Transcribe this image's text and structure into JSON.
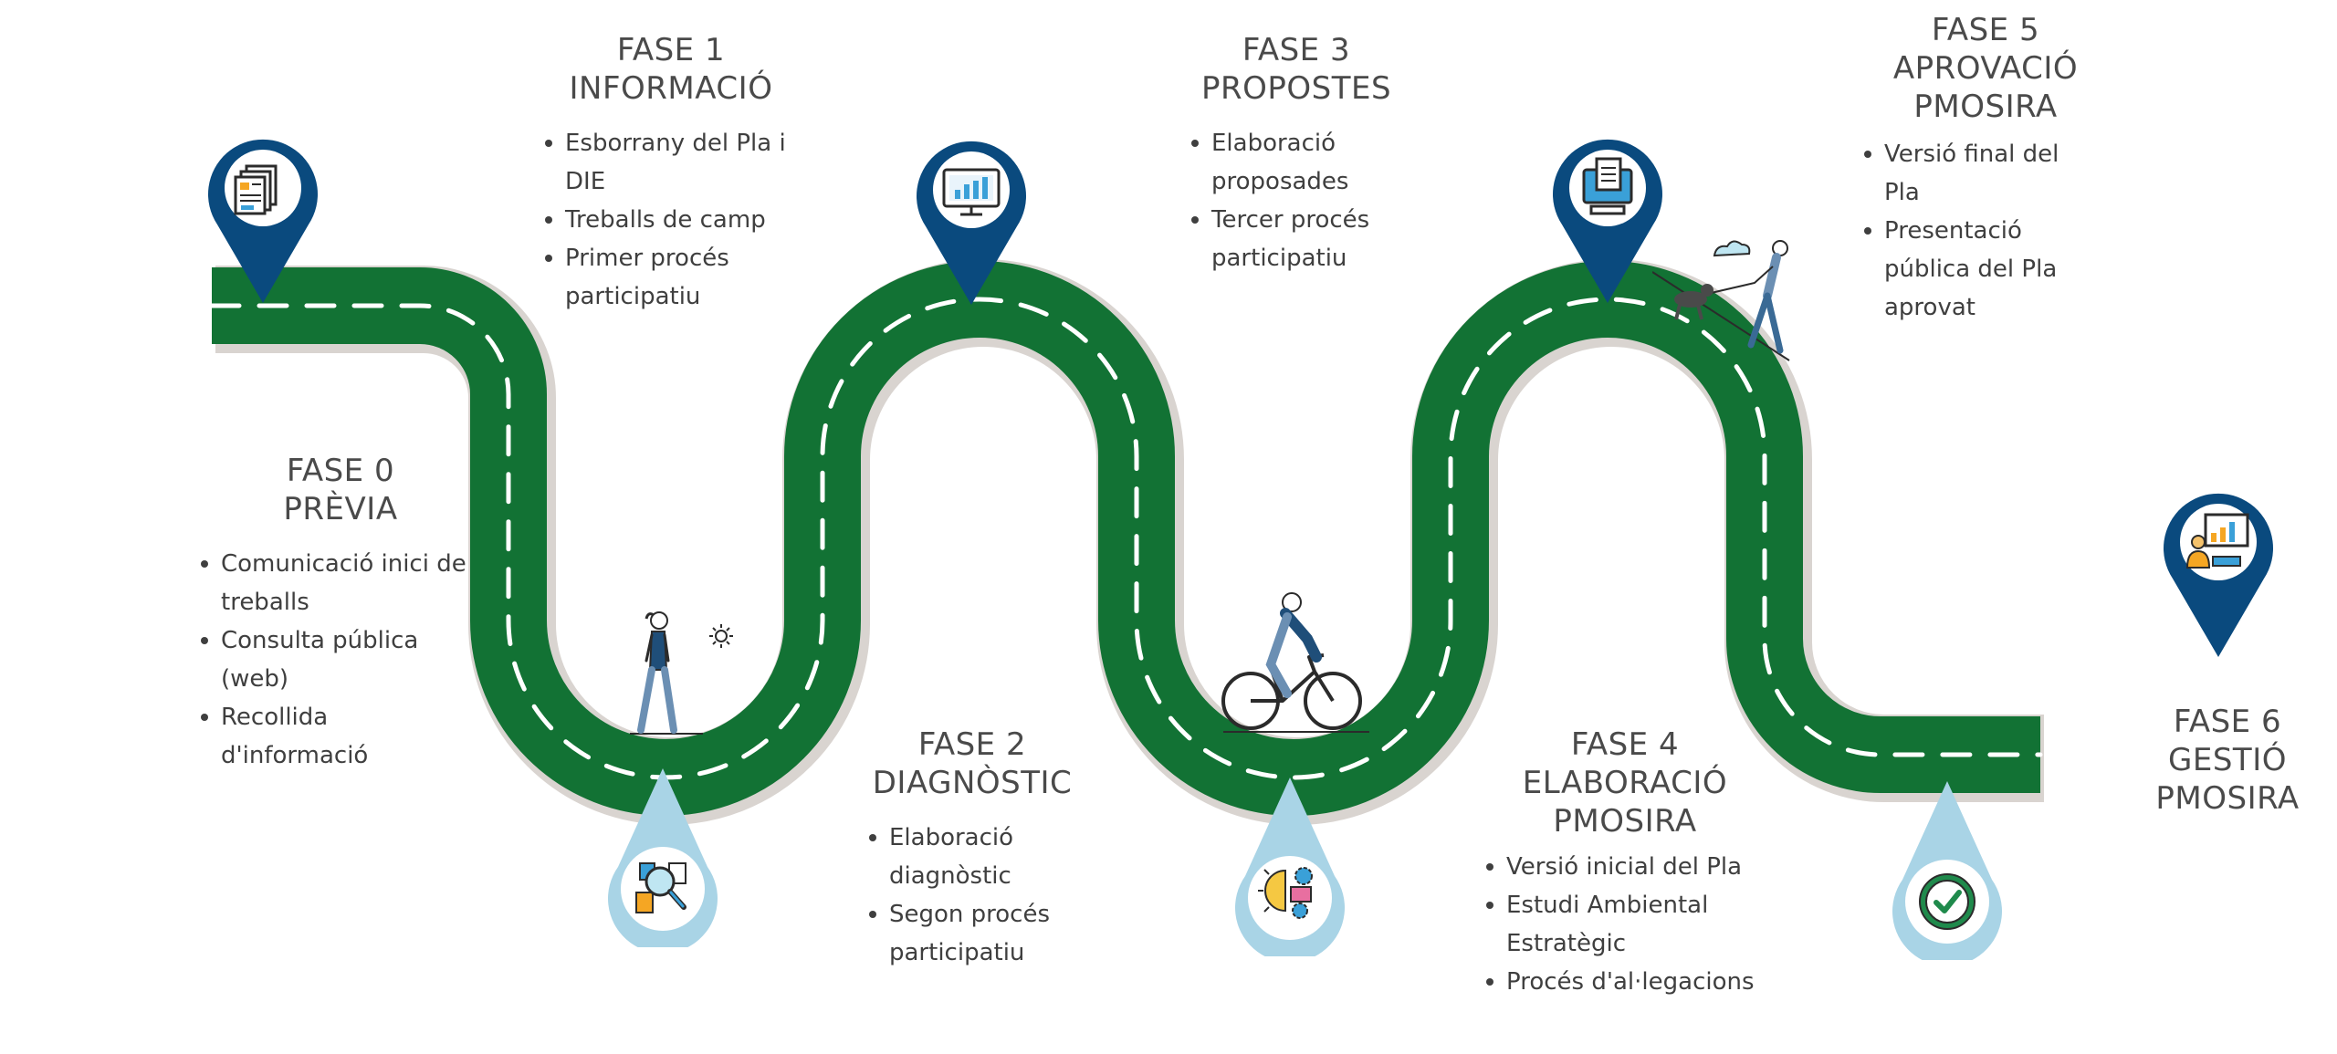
{
  "colors": {
    "road": "#127234",
    "road_shadow": "#d9d4d0",
    "dash": "#ffffff",
    "pin_dark": "#0a4a7e",
    "pin_light": "#a9d4e6",
    "text": "#4a4a4a"
  },
  "phases": [
    {
      "id": "fase0",
      "title": [
        "FASE 0",
        "PRÈVIA"
      ],
      "items": [
        "Comunicació inici de treballs",
        "Consulta pública (web)",
        "Recollida d'informació"
      ],
      "icon": "document-stack-icon",
      "pin": "dark"
    },
    {
      "id": "fase1",
      "title": [
        "FASE 1",
        "INFORMACIÓ"
      ],
      "items": [
        "Esborrany del Pla i DIE",
        "Treballs de camp",
        "Primer procés participatiu"
      ],
      "icon": "search-magnifier-icon",
      "pin": "light"
    },
    {
      "id": "fase2",
      "title": [
        "FASE 2",
        "DIAGNÒSTIC"
      ],
      "items": [
        "Elaboració diagnòstic",
        "Segon procés participatiu"
      ],
      "icon": "monitor-chart-icon",
      "pin": "dark"
    },
    {
      "id": "fase3",
      "title": [
        "FASE 3",
        "PROPOSTES"
      ],
      "items": [
        "Elaboració proposades",
        "Tercer procés participatiu"
      ],
      "icon": "lightbulb-gears-icon",
      "pin": "light"
    },
    {
      "id": "fase4",
      "title": [
        "FASE 4",
        "ELABORACIÓ",
        "PMOSIRA"
      ],
      "items": [
        "Versió inicial del Pla",
        "Estudi Ambiental Estratègic",
        "Procés d'al·legacions"
      ],
      "icon": "computer-document-icon",
      "pin": "dark"
    },
    {
      "id": "fase5",
      "title": [
        "FASE 5",
        "APROVACIÓ",
        "PMOSIRA"
      ],
      "items": [
        "Versió final del Pla",
        "Presentació pública del Pla aprovat"
      ],
      "icon": "check-circle-icon",
      "pin": "light"
    },
    {
      "id": "fase6",
      "title": [
        "FASE 6",
        "GESTIÓ",
        "PMOSIRA"
      ],
      "items": [],
      "icon": "presentation-chart-icon",
      "pin": "dark"
    }
  ]
}
